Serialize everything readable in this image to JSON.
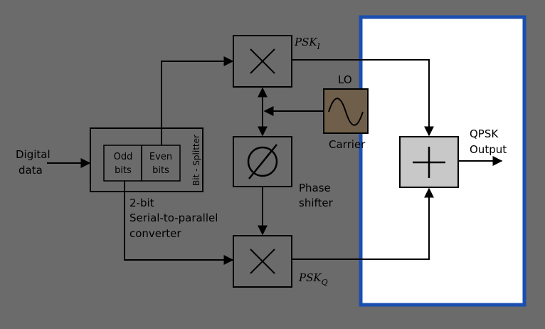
{
  "diagram": {
    "input_label_line1": "Digital",
    "input_label_line2": "data",
    "splitter_label": "Bit - Splitter",
    "odd_line1": "Odd",
    "odd_line2": "bits",
    "even_line1": "Even",
    "even_line2": "bits",
    "converter_line1": "2-bit",
    "converter_line2": "Serial-to-parallel",
    "converter_line3": "converter",
    "psk_i_main": "PSK",
    "psk_i_sub": "I",
    "psk_q_main": "PSK",
    "psk_q_sub": "Q",
    "lo_label": "LO",
    "carrier_label": "Carrier",
    "phase_line1": "Phase",
    "phase_line2": "shifter",
    "output_line1": "QPSK",
    "output_line2": "Output"
  },
  "colors": {
    "background": "#6b6b6b",
    "highlight_frame": "#1a4fb0",
    "highlight_fill": "#ffffff",
    "lo_box": "#6e5e4a",
    "adder_box": "#c8c8c8",
    "line": "#000000"
  }
}
